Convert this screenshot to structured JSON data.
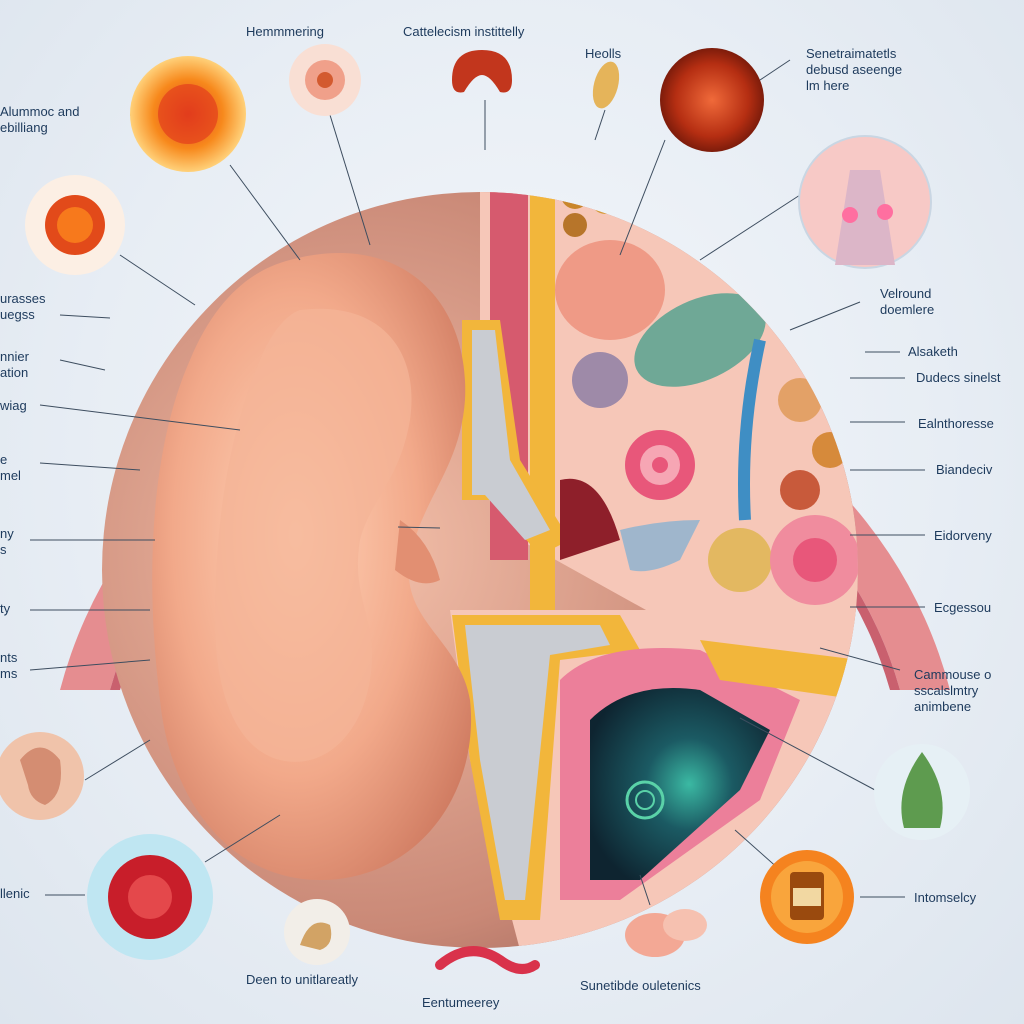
{
  "labels": {
    "top_1": "Hemmmering",
    "top_2": "Cattelecism instittelly",
    "top_3": "Heolls",
    "top_right": "Senetraimatetls\ndebusd aseenge\nlm here",
    "left_1": "Alummoc and\nebilliang",
    "left_2": "urasses\nuegss",
    "left_3": "nnier\nation",
    "left_4": "wiag",
    "left_5": "e\nmel",
    "left_6": "ny\ns",
    "left_7": "ty",
    "left_8": "nts\nms",
    "left_9": "llenic",
    "right_1": "Velround\ndoemlere",
    "right_2": "Alsaketh",
    "right_3": "Dudecs sinelst",
    "right_4": "Ealnthoresse",
    "right_5": "Biandeciv",
    "right_6": "Eidorveny",
    "right_7": "Ecgessou",
    "right_8": "Cammouse o\nsscalslmtry\nanimbene",
    "right_9": "Intomselcy",
    "bottom_1": "Deen to unitlareatly",
    "bottom_2": "Eentumeerey",
    "bottom_3": "Sunetibde ouletenics"
  },
  "colors": {
    "skin": "#f2a98a",
    "rim": "#e58d90",
    "yellow_tissue": "#f2b63b",
    "bone": "#c9ccd2",
    "pink_tissue": "#ec7f9a",
    "dark_canal": "#1f3d4a",
    "label_text": "#1d3a5c"
  }
}
